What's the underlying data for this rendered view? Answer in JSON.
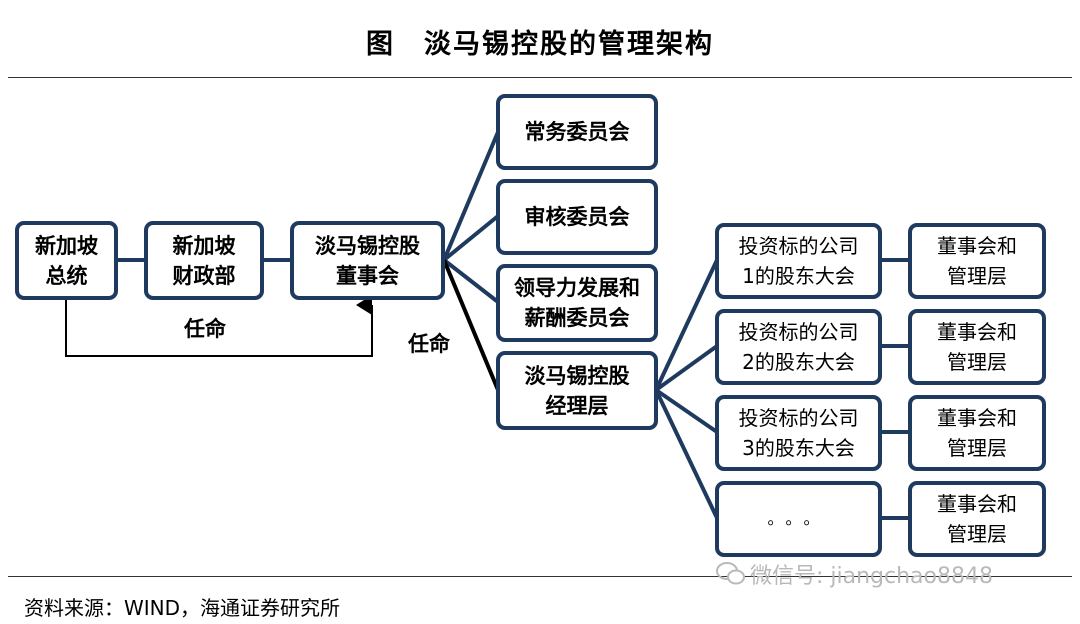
{
  "title": "图　淡马锡控股的管理架构",
  "nodes": {
    "president": [
      "新加坡",
      "总统"
    ],
    "ministry": [
      "新加坡",
      "财政部"
    ],
    "board": [
      "淡马锡控股",
      "董事会"
    ],
    "exec_committee": [
      "常务委员会"
    ],
    "audit_committee": [
      "审核委员会"
    ],
    "leadership_committee": [
      "领导力发展和",
      "薪酬委员会"
    ],
    "management": [
      "淡马锡控股",
      "经理层"
    ],
    "portfolio": [
      {
        "meeting": [
          "投资标的公司",
          "1的股东大会"
        ],
        "board": [
          "董事会和",
          "管理层"
        ]
      },
      {
        "meeting": [
          "投资标的公司",
          "2的股东大会"
        ],
        "board": [
          "董事会和",
          "管理层"
        ]
      },
      {
        "meeting": [
          "投资标的公司",
          "3的股东大会"
        ],
        "board": [
          "董事会和",
          "管理层"
        ]
      },
      {
        "meeting": [
          "。。。"
        ],
        "board": [
          "董事会和",
          "管理层"
        ]
      }
    ]
  },
  "labels": {
    "appoint_president": "任命",
    "appoint_board": "任命"
  },
  "source": "资料来源：WIND，海通证券研究所",
  "watermark": "微信号: jiangchao8848",
  "colors": {
    "box_border": "#1f3a5f",
    "connector": "#1f3a5f",
    "appoint_line": "#000000"
  }
}
